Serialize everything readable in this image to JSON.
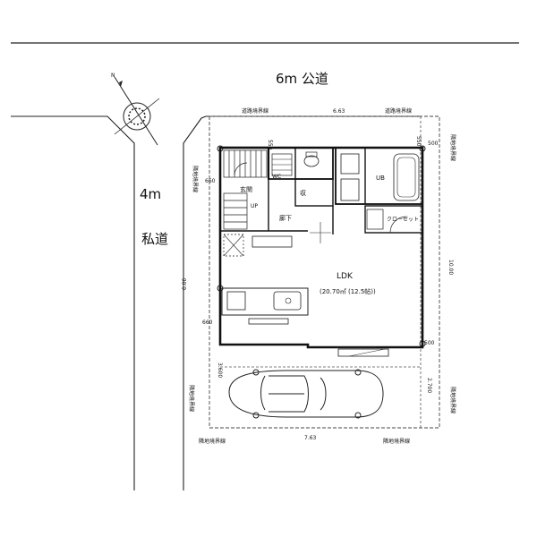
{
  "roads": {
    "public_road": "6m 公道",
    "private_road_width": "4m",
    "private_road_name": "私道",
    "road_boundary_left": "道路境界線",
    "road_boundary_right": "道路境界線",
    "road_frontage": "6.63"
  },
  "boundaries": {
    "neighbor": "隣地境界線",
    "bottom_left": "隣地境界線",
    "bottom_right": "隣地境界線",
    "bottom_dimension": "7.63",
    "right_dimension": "10.00",
    "left_dimension": "0.00"
  },
  "rooms": {
    "entrance": "玄関",
    "toilet": "WC",
    "storage": "収",
    "hallway": "廊下",
    "bath": "UB",
    "closet": "クローゼット",
    "up": "UP",
    "ldk": "LDK",
    "ldk_area": "(20.70㎡ (12.5帖))"
  },
  "dims": {
    "d550_top": "550",
    "d550_right": "550",
    "d500_tr": "500",
    "d660_left": "660",
    "d660_mid": "660",
    "d500_br": "500",
    "d3600": "3.600",
    "d2700": "2.700"
  },
  "compass": {
    "north": "N"
  }
}
